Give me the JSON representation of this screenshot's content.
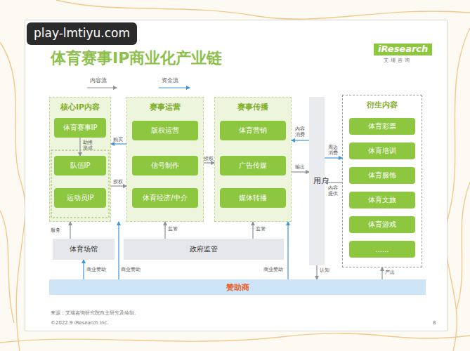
{
  "diagram": {
    "title": "体育赛事IP商业化产业链",
    "caption": "来源：艾瑞咨询研究院自主研究及绘制。",
    "nodes": [
      {
        "text": [
          "核心IP内容"
        ]
      },
      {
        "text": [
          "体育赛事IP"
        ],
        "in": 0
      },
      {
        "text": [
          "队伍IP"
        ],
        "in": 0
      },
      {
        "text": [
          "运动员IP"
        ],
        "in": 0
      },
      {
        "text": [
          "赛事运营"
        ]
      },
      {
        "text": [
          "版权运营"
        ],
        "in": 4
      },
      {
        "text": [
          "信号制作"
        ],
        "in": 4
      },
      {
        "text": [
          "体育经济/中介"
        ],
        "in": 4
      },
      {
        "text": [
          "赛事传播"
        ]
      },
      {
        "text": [
          "体育营销"
        ],
        "in": 8
      },
      {
        "text": [
          "广告传媒"
        ],
        "in": 8
      },
      {
        "text": [
          "媒体转播"
        ],
        "in": 8
      },
      {
        "text": [
          "用户"
        ]
      },
      {
        "text": [
          "衍生内容"
        ]
      },
      {
        "text": [
          "体育彩票"
        ],
        "in": 13
      },
      {
        "text": [
          "体育培训"
        ],
        "in": 13
      },
      {
        "text": [
          "体育服饰"
        ],
        "in": 13
      },
      {
        "text": [
          "体育文旅"
        ],
        "in": 13
      },
      {
        "text": [
          "体育游戏"
        ],
        "in": 13
      },
      {
        "text": [
          "......"
        ],
        "in": 13
      },
      {
        "text": [
          "体育场馆"
        ]
      },
      {
        "text": [
          "政府监管"
        ]
      },
      {
        "text": [
          "赞助商"
        ]
      }
    ],
    "edges": [
      {
        "from": 1,
        "to": 2,
        "label": "助推形成",
        "arrow": "to"
      },
      {
        "from": 4,
        "to": 0,
        "label": "购买",
        "arrow": "to"
      },
      {
        "from": 0,
        "to": 4,
        "label": "授权",
        "arrow": "to"
      },
      {
        "from": 4,
        "to": 8,
        "label": "授权",
        "arrow": "to"
      },
      {
        "from": 12,
        "to": 8,
        "label": "内容消费",
        "arrow": "to"
      },
      {
        "from": 8,
        "to": 12,
        "label": "输出",
        "arrow": "to"
      },
      {
        "from": 12,
        "to": 13,
        "label": "周边消费",
        "arrow": "to"
      },
      {
        "from": 13,
        "to": 12,
        "label": "内容提供",
        "arrow": "to"
      },
      {
        "from": 20,
        "to": 0,
        "label": "服务",
        "arrow": "to"
      },
      {
        "from": 21,
        "to": 4,
        "label": "监管",
        "arrow": "to"
      },
      {
        "from": 21,
        "to": 8,
        "label": "监管",
        "arrow": "to"
      },
      {
        "from": 22,
        "to": 20,
        "label": "商业赞助",
        "arrow": "to"
      },
      {
        "from": 22,
        "to": 4,
        "label": "商业赞助",
        "arrow": "to"
      },
      {
        "from": 22,
        "to": 8,
        "label": "商业赞助",
        "arrow": "to"
      },
      {
        "from": 12,
        "to": 22,
        "label": "认知",
        "arrow": "to"
      },
      {
        "from": 22,
        "to": 13,
        "label": "产出",
        "arrow": "to"
      }
    ],
    "labels": [
      "play-lmtiyu.com",
      "iResearch",
      "艾瑞咨询",
      "©2022.9 iResearch Inc.",
      "8"
    ],
    "legend": [
      {
        "text": "内容流"
      },
      {
        "text": "资金流"
      }
    ]
  }
}
